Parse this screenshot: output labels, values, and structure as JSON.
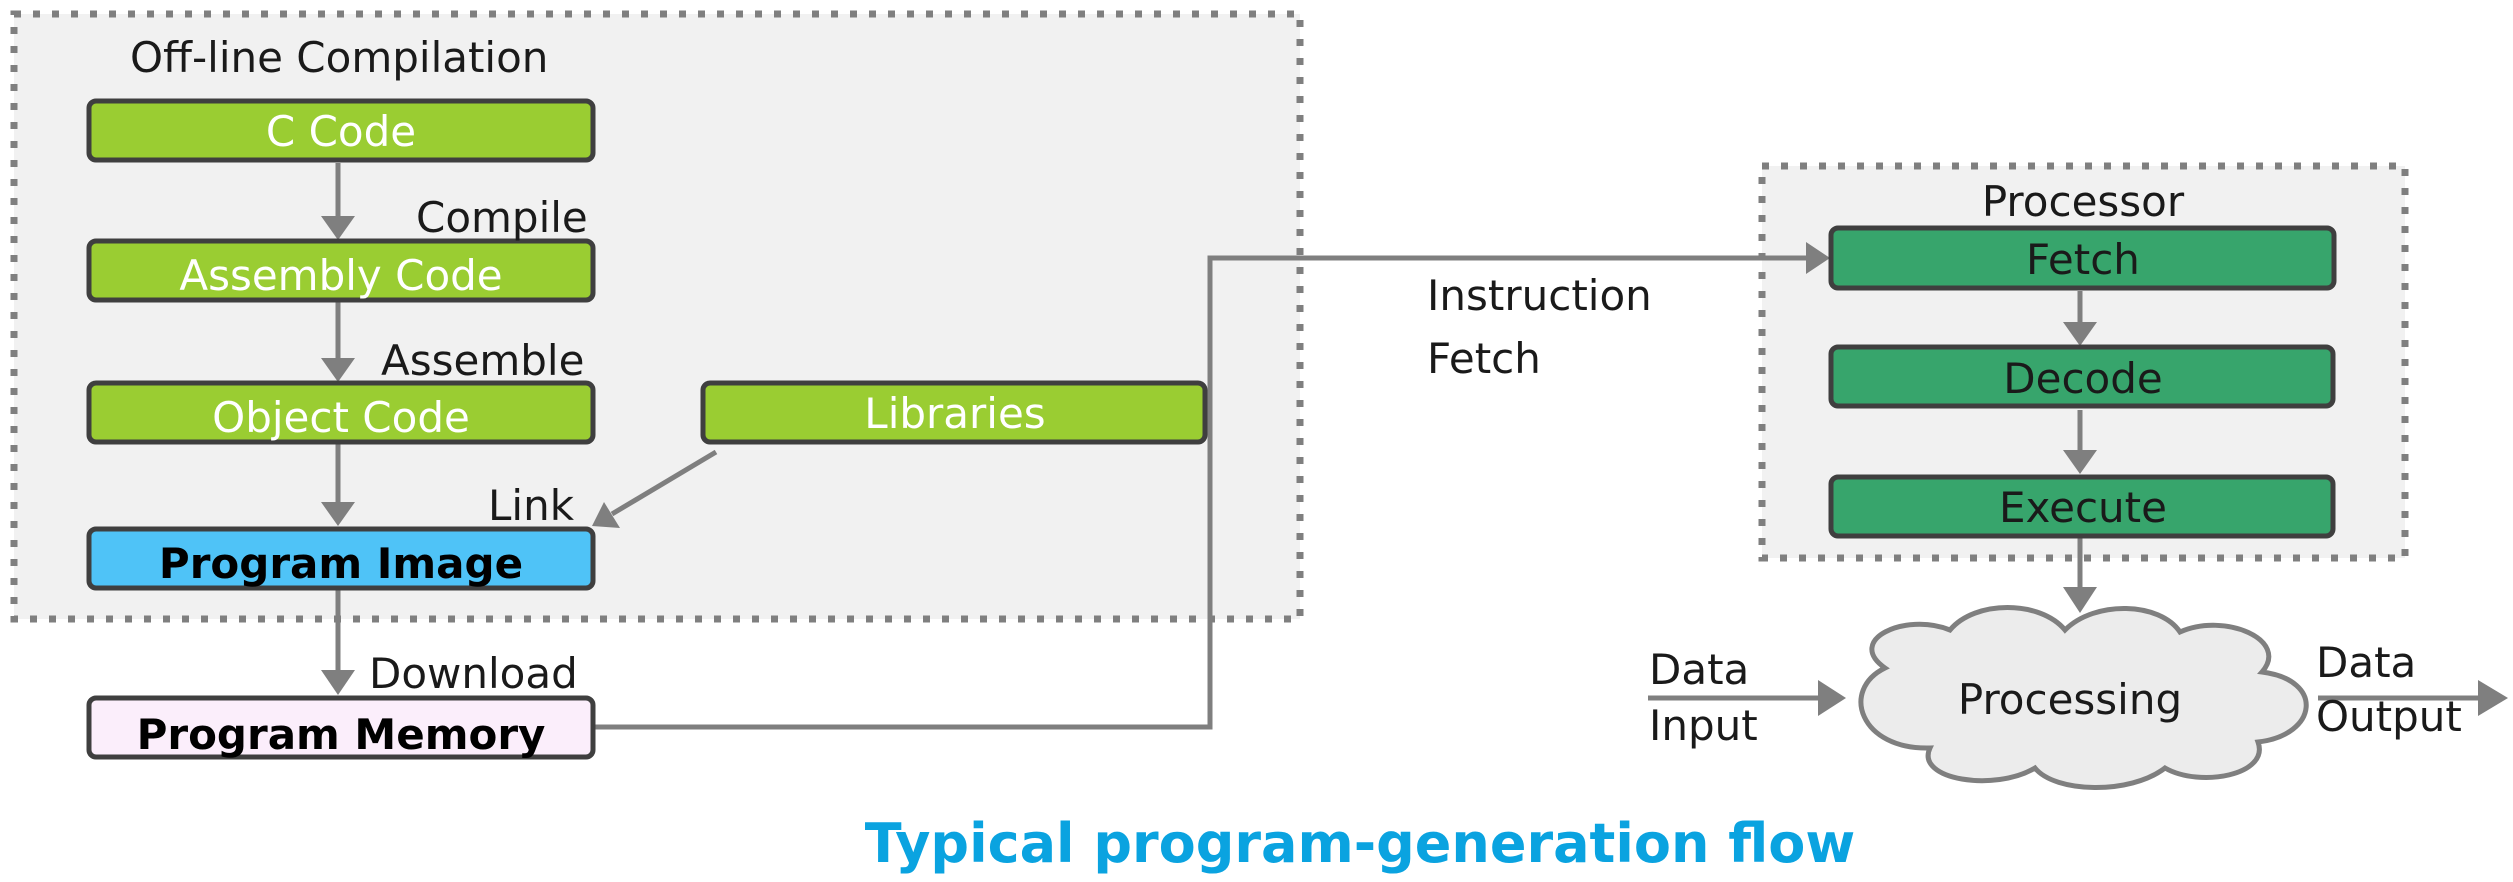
{
  "regions": {
    "offline": "Off-line Compilation",
    "processor": "Processor"
  },
  "nodes": {
    "c_code": "C Code",
    "assembly_code": "Assembly Code",
    "object_code": "Object Code",
    "libraries": "Libraries",
    "program_image": "Program Image",
    "program_memory": "Program Memory",
    "fetch": "Fetch",
    "decode": "Decode",
    "execute": "Execute",
    "processing": "Processing"
  },
  "edges": {
    "compile": "Compile",
    "assemble": "Assemble",
    "link": "Link",
    "download": "Download",
    "instruction_fetch": [
      "Instruction",
      "Fetch"
    ],
    "data_input": [
      "Data",
      "Input"
    ],
    "data_output": [
      "Data",
      "Output"
    ]
  },
  "caption": "Typical program-generation flow"
}
